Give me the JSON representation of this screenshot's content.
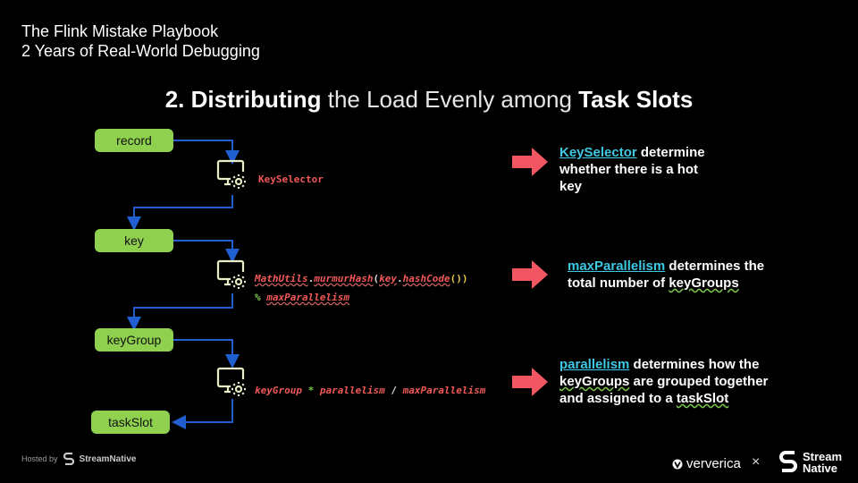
{
  "header": {
    "line1": "The Flink Mistake Playbook",
    "line2": "2 Years of Real-World Debugging"
  },
  "title": {
    "number": "2.",
    "bold1": "Distributing",
    "light": "the Load Evenly among",
    "bold2": "Task Slots"
  },
  "flow": {
    "boxes": [
      "record",
      "key",
      "keyGroup",
      "taskSlot"
    ],
    "step1": {
      "code": "KeySelector"
    },
    "step2": {
      "line1": {
        "a": "MathUtils",
        "b": ".",
        "c": "murmurHash",
        "d": "(",
        "e": "key",
        "f": ".",
        "g": "hashCode",
        "h": "())"
      },
      "line2": {
        "a": "%",
        "b": "maxParallelism"
      }
    },
    "step3": {
      "a": "keyGroup",
      "op1": "*",
      "b": "parallelism",
      "op2": "/",
      "c": "maxParallelism"
    }
  },
  "notes": {
    "n1": {
      "hl": "KeySelector",
      "rest1": " determine",
      "line2": "whether there is a hot",
      "line3": "key"
    },
    "n2": {
      "hl": "maxParallelism",
      "rest1": " determines the",
      "line2a": "total number of ",
      "line2b": "keyGroups"
    },
    "n3": {
      "hl": "parallelism",
      "rest1": " determines how the",
      "line2a": "keyGroups",
      "line2b": " are grouped together",
      "line3a": "and assigned to a ",
      "line3b": "taskSlot"
    }
  },
  "footer": {
    "hosted_by": "Hosted by",
    "hosted_brand": "StreamNative",
    "ververica": "ververica",
    "times": "×",
    "sn_line1": "Stream",
    "sn_line2": "Native"
  },
  "colors": {
    "box": "#8fd14f",
    "code": "#f05858",
    "highlight": "#3fc8e4",
    "arrow": "#f25663",
    "connector": "#1f5fd0",
    "icon": "#e8eec8"
  }
}
